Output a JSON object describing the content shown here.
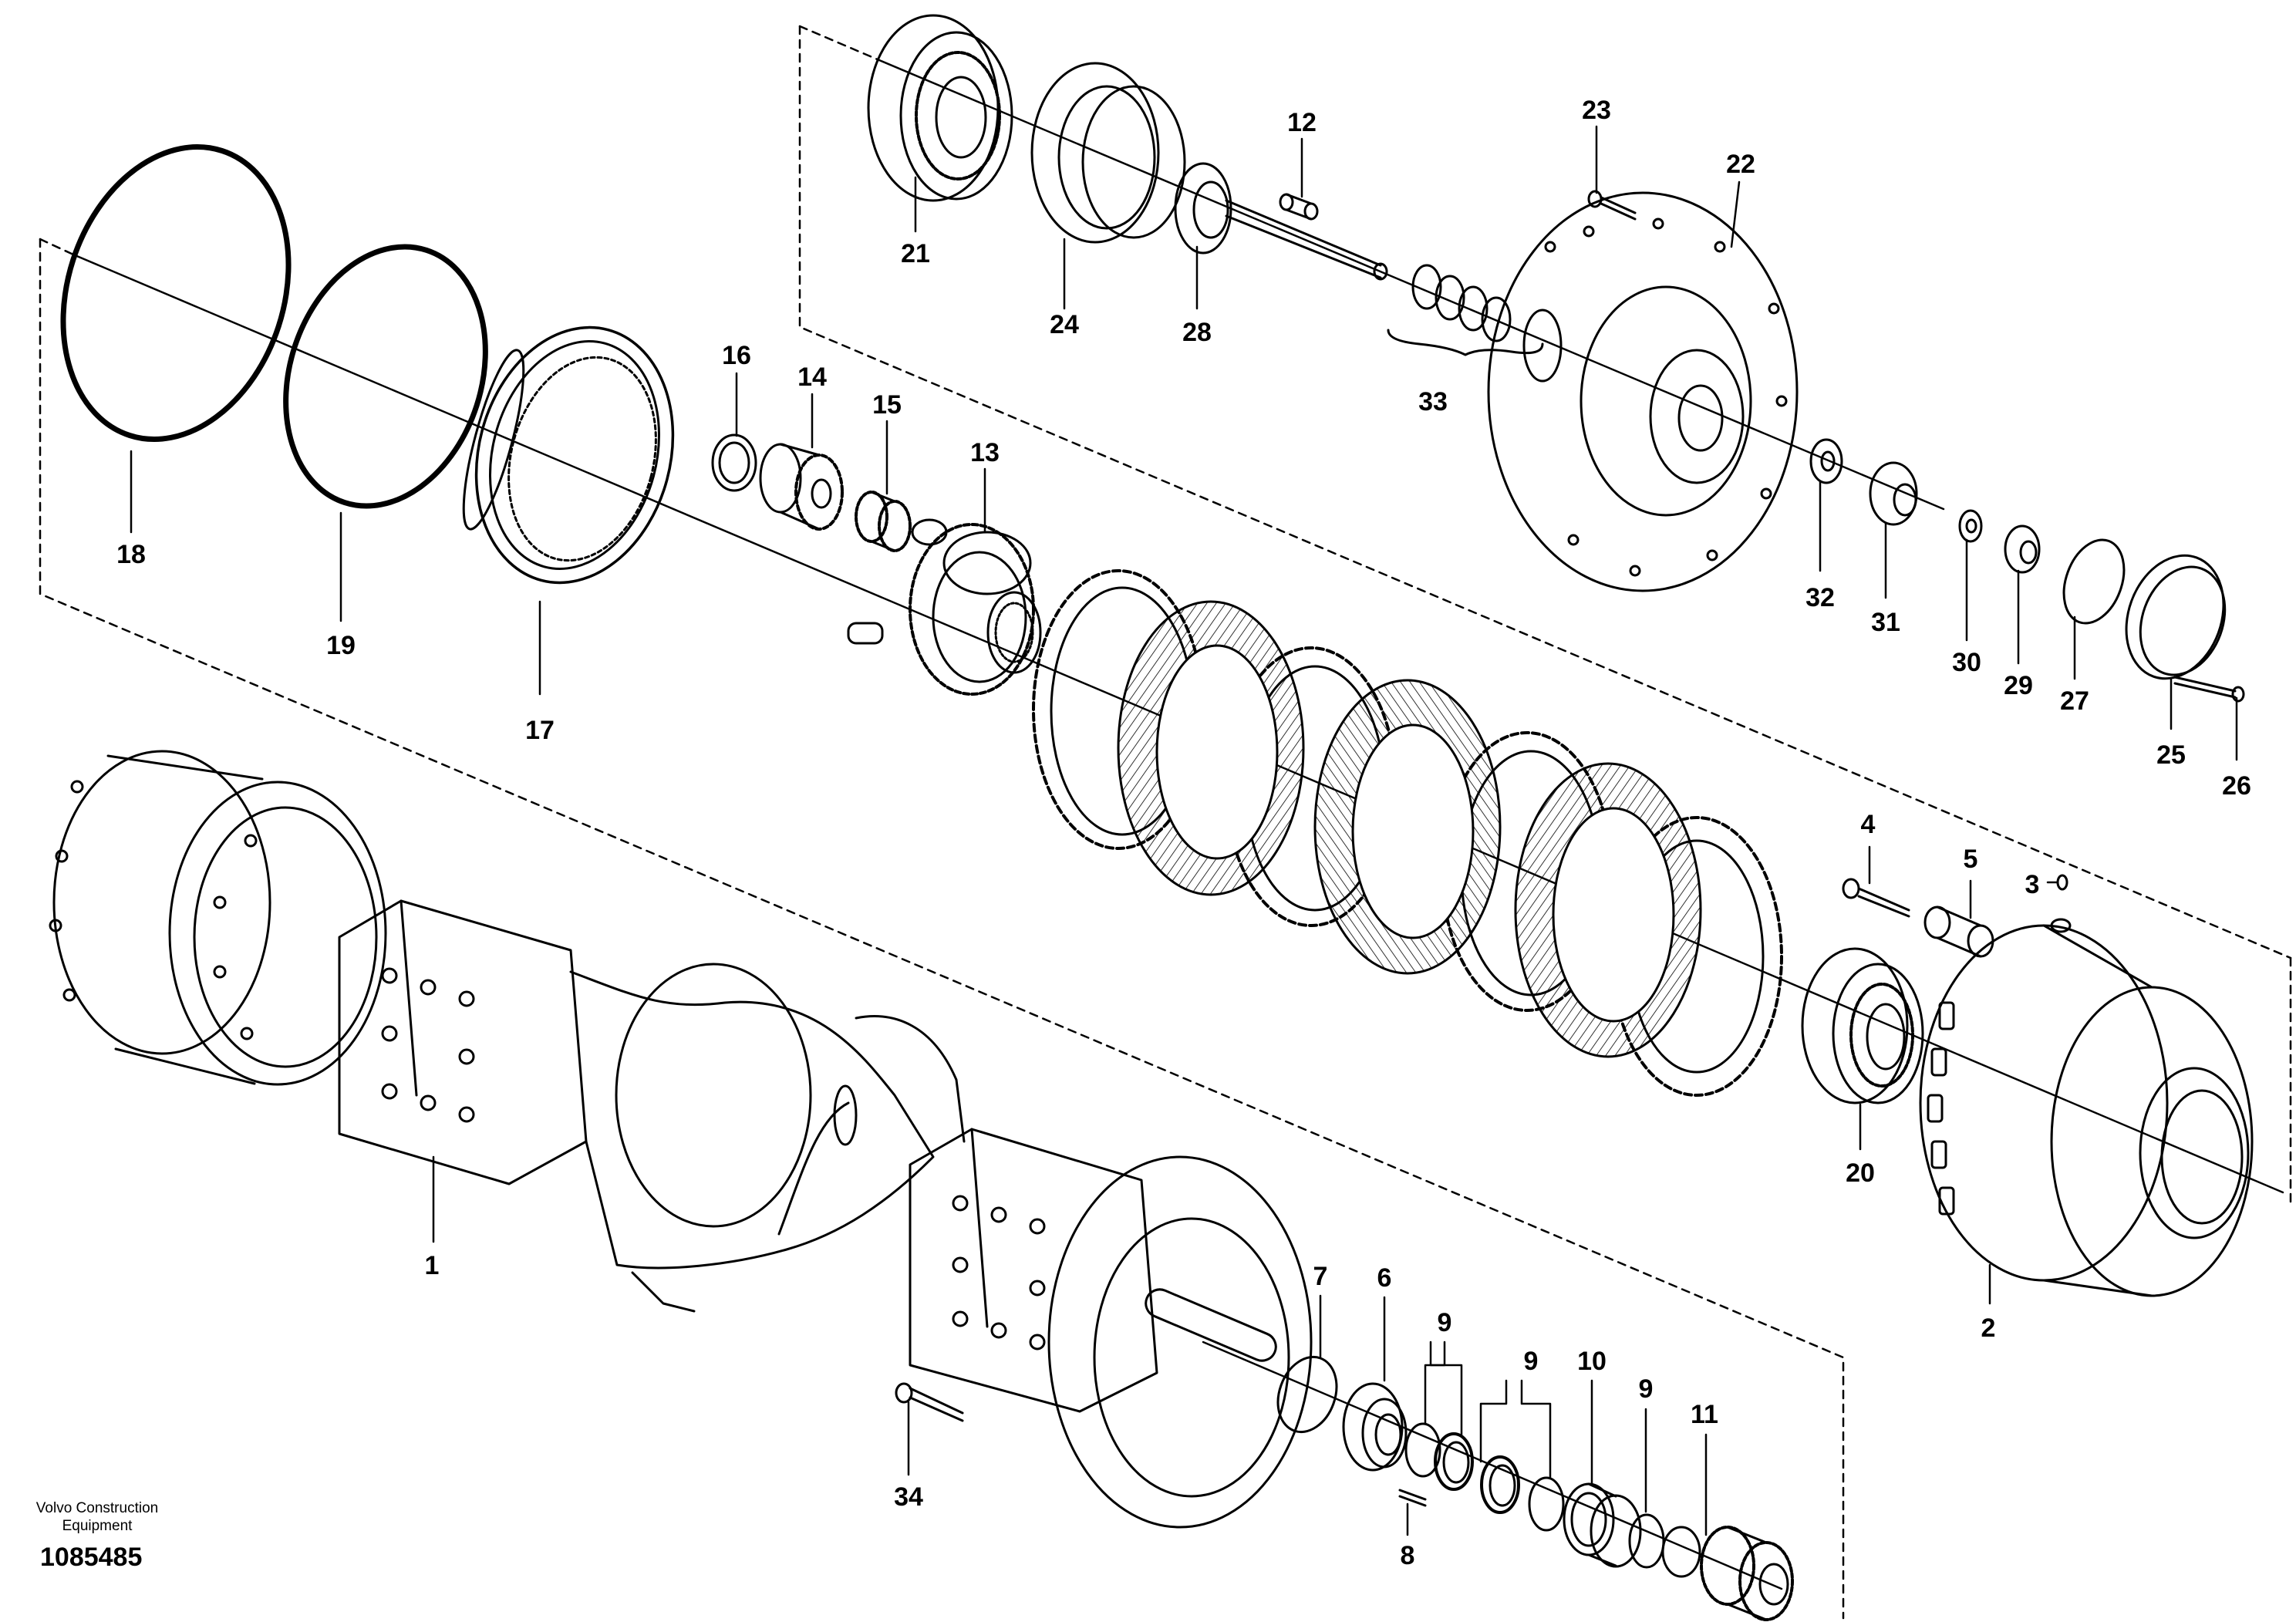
{
  "diagram": {
    "callouts": [
      {
        "id": "c1",
        "text": "1"
      },
      {
        "id": "c2",
        "text": "2"
      },
      {
        "id": "c3",
        "text": "3"
      },
      {
        "id": "c4",
        "text": "4"
      },
      {
        "id": "c5",
        "text": "5"
      },
      {
        "id": "c6",
        "text": "6"
      },
      {
        "id": "c7",
        "text": "7"
      },
      {
        "id": "c8",
        "text": "8"
      },
      {
        "id": "c9a",
        "text": "9"
      },
      {
        "id": "c9b",
        "text": "9"
      },
      {
        "id": "c9c",
        "text": "9"
      },
      {
        "id": "c10",
        "text": "10"
      },
      {
        "id": "c11",
        "text": "11"
      },
      {
        "id": "c12",
        "text": "12"
      },
      {
        "id": "c13",
        "text": "13"
      },
      {
        "id": "c14",
        "text": "14"
      },
      {
        "id": "c15",
        "text": "15"
      },
      {
        "id": "c16",
        "text": "16"
      },
      {
        "id": "c17",
        "text": "17"
      },
      {
        "id": "c18",
        "text": "18"
      },
      {
        "id": "c19",
        "text": "19"
      },
      {
        "id": "c20",
        "text": "20"
      },
      {
        "id": "c21",
        "text": "21"
      },
      {
        "id": "c22",
        "text": "22"
      },
      {
        "id": "c23",
        "text": "23"
      },
      {
        "id": "c24",
        "text": "24"
      },
      {
        "id": "c25",
        "text": "25"
      },
      {
        "id": "c26",
        "text": "26"
      },
      {
        "id": "c27",
        "text": "27"
      },
      {
        "id": "c28",
        "text": "28"
      },
      {
        "id": "c29",
        "text": "29"
      },
      {
        "id": "c30",
        "text": "30"
      },
      {
        "id": "c31",
        "text": "31"
      },
      {
        "id": "c32",
        "text": "32"
      },
      {
        "id": "c33",
        "text": "33"
      },
      {
        "id": "c34",
        "text": "34"
      }
    ],
    "credit_line1": "Volvo Construction",
    "credit_line2": "Equipment",
    "document_number": "1085485"
  }
}
